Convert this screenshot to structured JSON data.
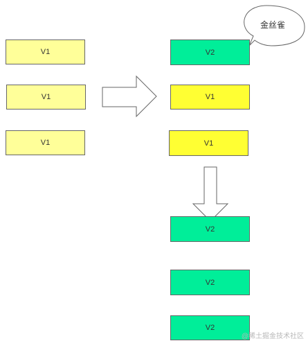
{
  "colors": {
    "v1_light": "#ffff99",
    "v1_bright": "#ffff33",
    "v2": "#00ee99",
    "border": "#666666"
  },
  "left_column": [
    {
      "label": "V1"
    },
    {
      "label": "V1"
    },
    {
      "label": "V1"
    }
  ],
  "right_column": [
    {
      "label": "V2"
    },
    {
      "label": "V1"
    },
    {
      "label": "V1"
    }
  ],
  "bottom_column": [
    {
      "label": "V2"
    },
    {
      "label": "V2"
    },
    {
      "label": "V2"
    }
  ],
  "callout": {
    "text": "金丝雀"
  },
  "watermark": "@稀土掘金技术社区"
}
